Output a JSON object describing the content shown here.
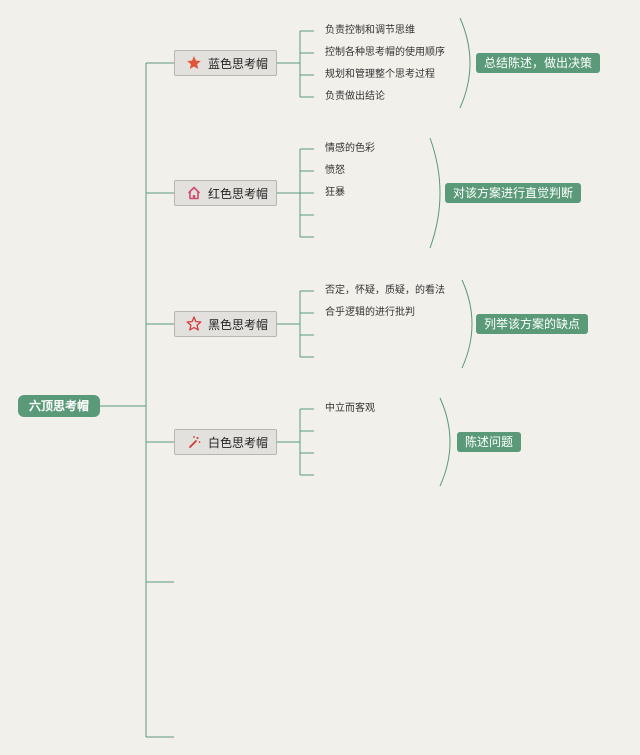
{
  "root": {
    "label": "六顶思考帽"
  },
  "hats": [
    {
      "label": "蓝色思考帽",
      "icon": "star-filled-icon",
      "icon_color": "#e0553a",
      "items": [
        "负责控制和调节思维",
        "控制各种思考帽的使用顺序",
        "规划和管理整个思考过程",
        "负责做出结论"
      ],
      "summary": "总结陈述，做出决策"
    },
    {
      "label": "红色思考帽",
      "icon": "house-icon",
      "icon_color": "#d24a6e",
      "items": [
        "情感的色彩",
        "愤怒",
        "狂暴",
        "",
        ""
      ],
      "summary": "对该方案进行直觉判断"
    },
    {
      "label": "黑色思考帽",
      "icon": "star-outline-icon",
      "icon_color": "#d8383a",
      "items": [
        "否定，怀疑，质疑，的看法",
        "合乎逻辑的进行批判",
        "",
        ""
      ],
      "summary": "列举该方案的缺点"
    },
    {
      "label": "白色思考帽",
      "icon": "wand-icon",
      "icon_color": "#cf3a34",
      "items": [
        "中立而客观",
        "",
        "",
        ""
      ],
      "summary": "陈述问题"
    }
  ],
  "colors": {
    "background": "#f2f0eb",
    "accent": "#5a9a78",
    "connector": "#5a9a78",
    "hat_box": "#e3e1de"
  }
}
